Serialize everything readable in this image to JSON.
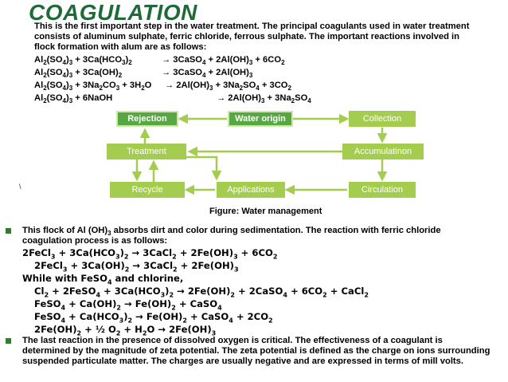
{
  "title": "COAGULATION",
  "intro": "This is the first important step in the water treatment. The principal coagulants used in water treatment consists of aluminum sulphate, ferric chloride, ferrous sulphate. The important reactions involved in flock formation with alum are as follows:",
  "alum_equations": [
    {
      "lhs": "Al2(SO4)3 + 3Ca(HCO3)2",
      "rhs": "3CaSO4 + 2Al(OH)3 + 6CO2"
    },
    {
      "lhs": "Al2(SO4)3 + 3Ca(OH)2",
      "rhs": "3CaSO4 + 2Al(OH)3"
    },
    {
      "lhs": "Al2(SO4)3 + 3Na2CO3 + 3H2O",
      "rhs": "2Al(OH)3 + 3Na2SO4 + 3CO2"
    },
    {
      "lhs": "Al2(SO4)3 + 6NaOH",
      "rhs": "2Al(OH)3 + 3Na2SO4"
    }
  ],
  "arrow": "→",
  "diagram": {
    "rejection": "Rejection",
    "water_origin": "Water origin",
    "collection": "Collection",
    "treatment": "Treatment",
    "accumulation": "Accumulatinon",
    "recycle": "Recycle",
    "applications": "Applications",
    "circulation": "Circulation"
  },
  "figure_caption": "Figure:    Water management",
  "stray_mark": "\\",
  "flock_paragraph": "This flock of Al (OH)3 absorbs dirt and color during sedimentation. The reaction with ferric chloride coagulation process is as follows:",
  "ferric_equations": [
    "2FeCl3 + 3Ca(HCO3)2 → 3CaCl2 + 2Fe(OH)3 + 6CO2",
    "2FeCl3 + 3Ca(OH)2 → 3CaCl2 + 2Fe(OH)3"
  ],
  "feso4_heading": "While with FeSO4 and chlorine,",
  "feso4_equations": [
    "Cl2 + 2FeSO4 + 3Ca(HCO3)2 → 2Fe(OH)2 + 2CaSO4 + 6CO2 + CaCl2",
    "FeSO4 + Ca(OH)2 → Fe(OH)2 + CaSO4",
    "FeSO4 + Ca(HCO3)2 → Fe(OH)2 + CaSO4 + 2CO2",
    "2Fe(OH)2 + ½ O2 + H2O → 2Fe(OH)3"
  ],
  "last_paragraph": "The last reaction in the presence of dissolved oxygen is critical. The effectiveness of a coagulant is determined by the magnitude of zeta potential. The zeta potential is defined as the charge on ions surrounding suspended particulate matter. The charges are usually negative and are expressed in terms of mill volts.",
  "colors": {
    "title": "#1f6b37",
    "box_light": "#a4cc4f",
    "box_dark": "#57a844",
    "bullet": "#2f7f2a"
  }
}
